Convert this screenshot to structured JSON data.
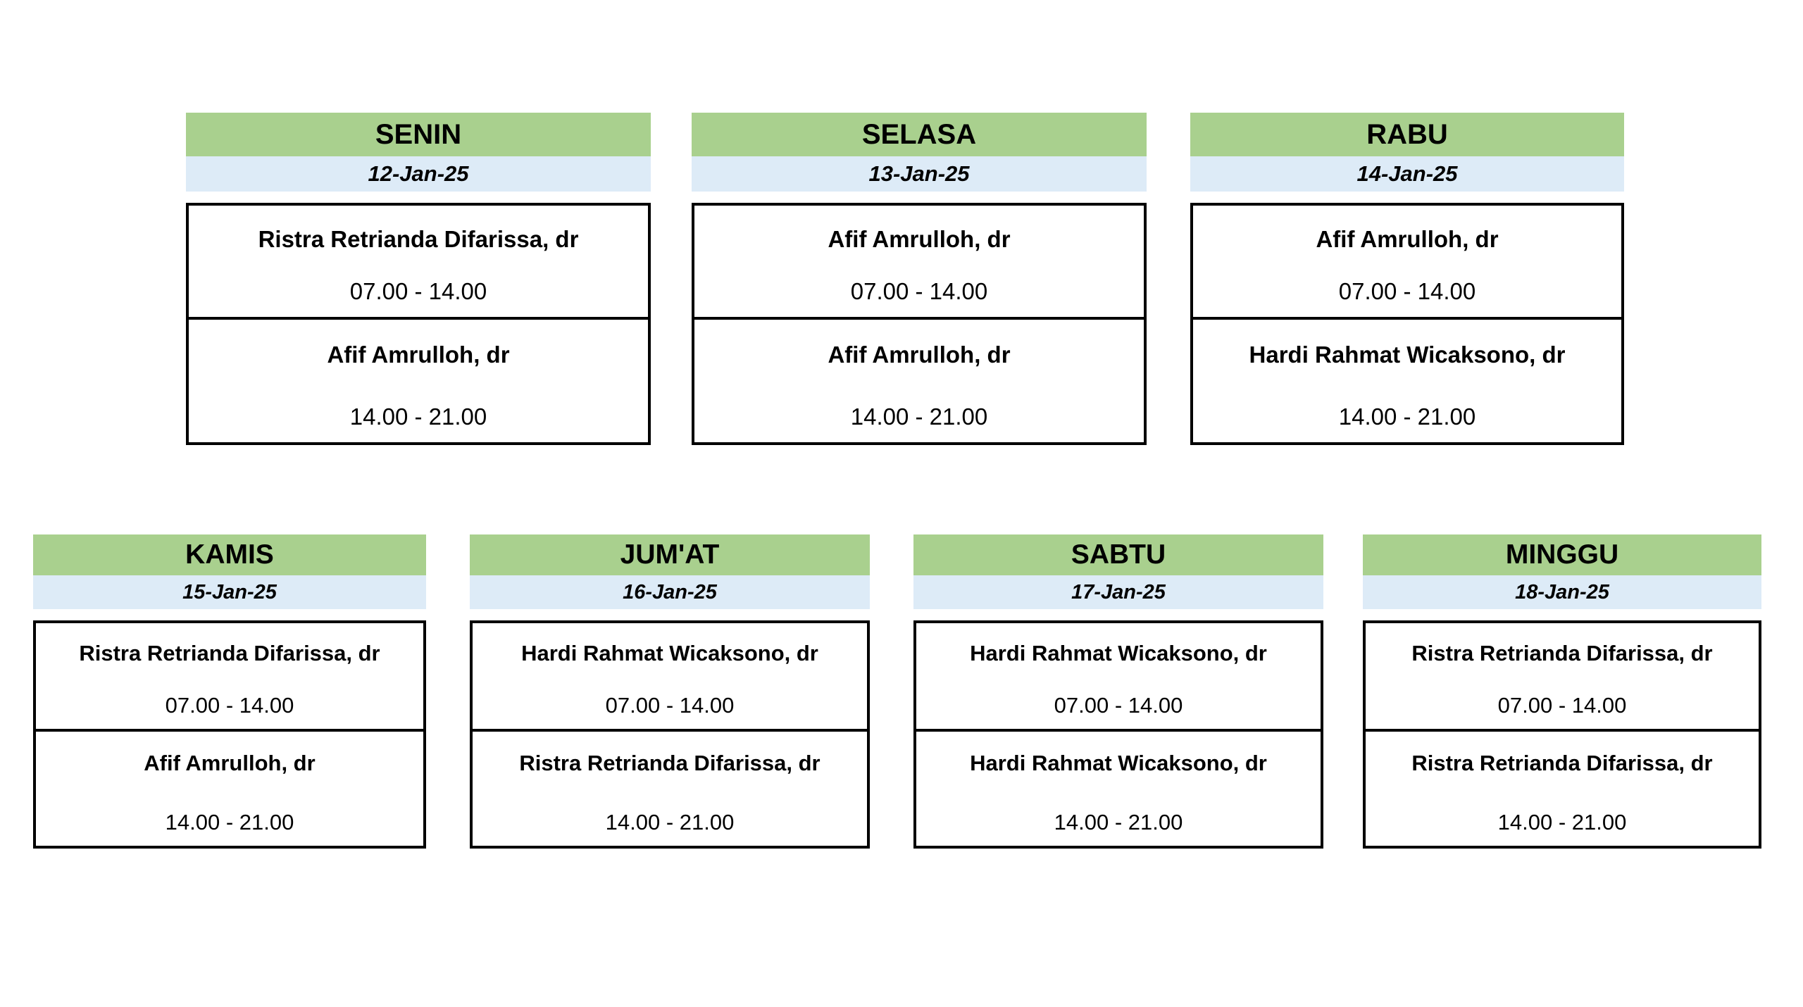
{
  "days": [
    {
      "name": "SENIN",
      "date": "12-Jan-25",
      "shifts": [
        {
          "doctor": "Ristra Retrianda Difarissa, dr",
          "time": "07.00 - 14.00"
        },
        {
          "doctor": "Afif Amrulloh, dr",
          "time": "14.00 - 21.00"
        }
      ]
    },
    {
      "name": "SELASA",
      "date": "13-Jan-25",
      "shifts": [
        {
          "doctor": "Afif Amrulloh, dr",
          "time": "07.00 - 14.00"
        },
        {
          "doctor": "Afif Amrulloh, dr",
          "time": "14.00 - 21.00"
        }
      ]
    },
    {
      "name": "RABU",
      "date": "14-Jan-25",
      "shifts": [
        {
          "doctor": "Afif Amrulloh, dr",
          "time": "07.00 - 14.00"
        },
        {
          "doctor": "Hardi Rahmat Wicaksono, dr",
          "time": "14.00 - 21.00"
        }
      ]
    },
    {
      "name": "KAMIS",
      "date": "15-Jan-25",
      "shifts": [
        {
          "doctor": "Ristra Retrianda Difarissa, dr",
          "time": "07.00 - 14.00"
        },
        {
          "doctor": "Afif Amrulloh, dr",
          "time": "14.00 - 21.00"
        }
      ]
    },
    {
      "name": "JUM'AT",
      "date": "16-Jan-25",
      "shifts": [
        {
          "doctor": "Hardi Rahmat Wicaksono, dr",
          "time": "07.00 - 14.00"
        },
        {
          "doctor": "Ristra Retrianda Difarissa, dr",
          "time": "14.00 - 21.00"
        }
      ]
    },
    {
      "name": "SABTU",
      "date": "17-Jan-25",
      "shifts": [
        {
          "doctor": "Hardi Rahmat Wicaksono, dr",
          "time": "07.00 - 14.00"
        },
        {
          "doctor": "Hardi Rahmat Wicaksono, dr",
          "time": "14.00 - 21.00"
        }
      ]
    },
    {
      "name": "MINGGU",
      "date": "18-Jan-25",
      "shifts": [
        {
          "doctor": "Ristra Retrianda Difarissa, dr",
          "time": "07.00 - 14.00"
        },
        {
          "doctor": "Ristra Retrianda Difarissa, dr",
          "time": "14.00 - 21.00"
        }
      ]
    }
  ],
  "colors": {
    "day_header": "#a9d08e",
    "date_header": "#ddebf7",
    "border": "#000000"
  }
}
